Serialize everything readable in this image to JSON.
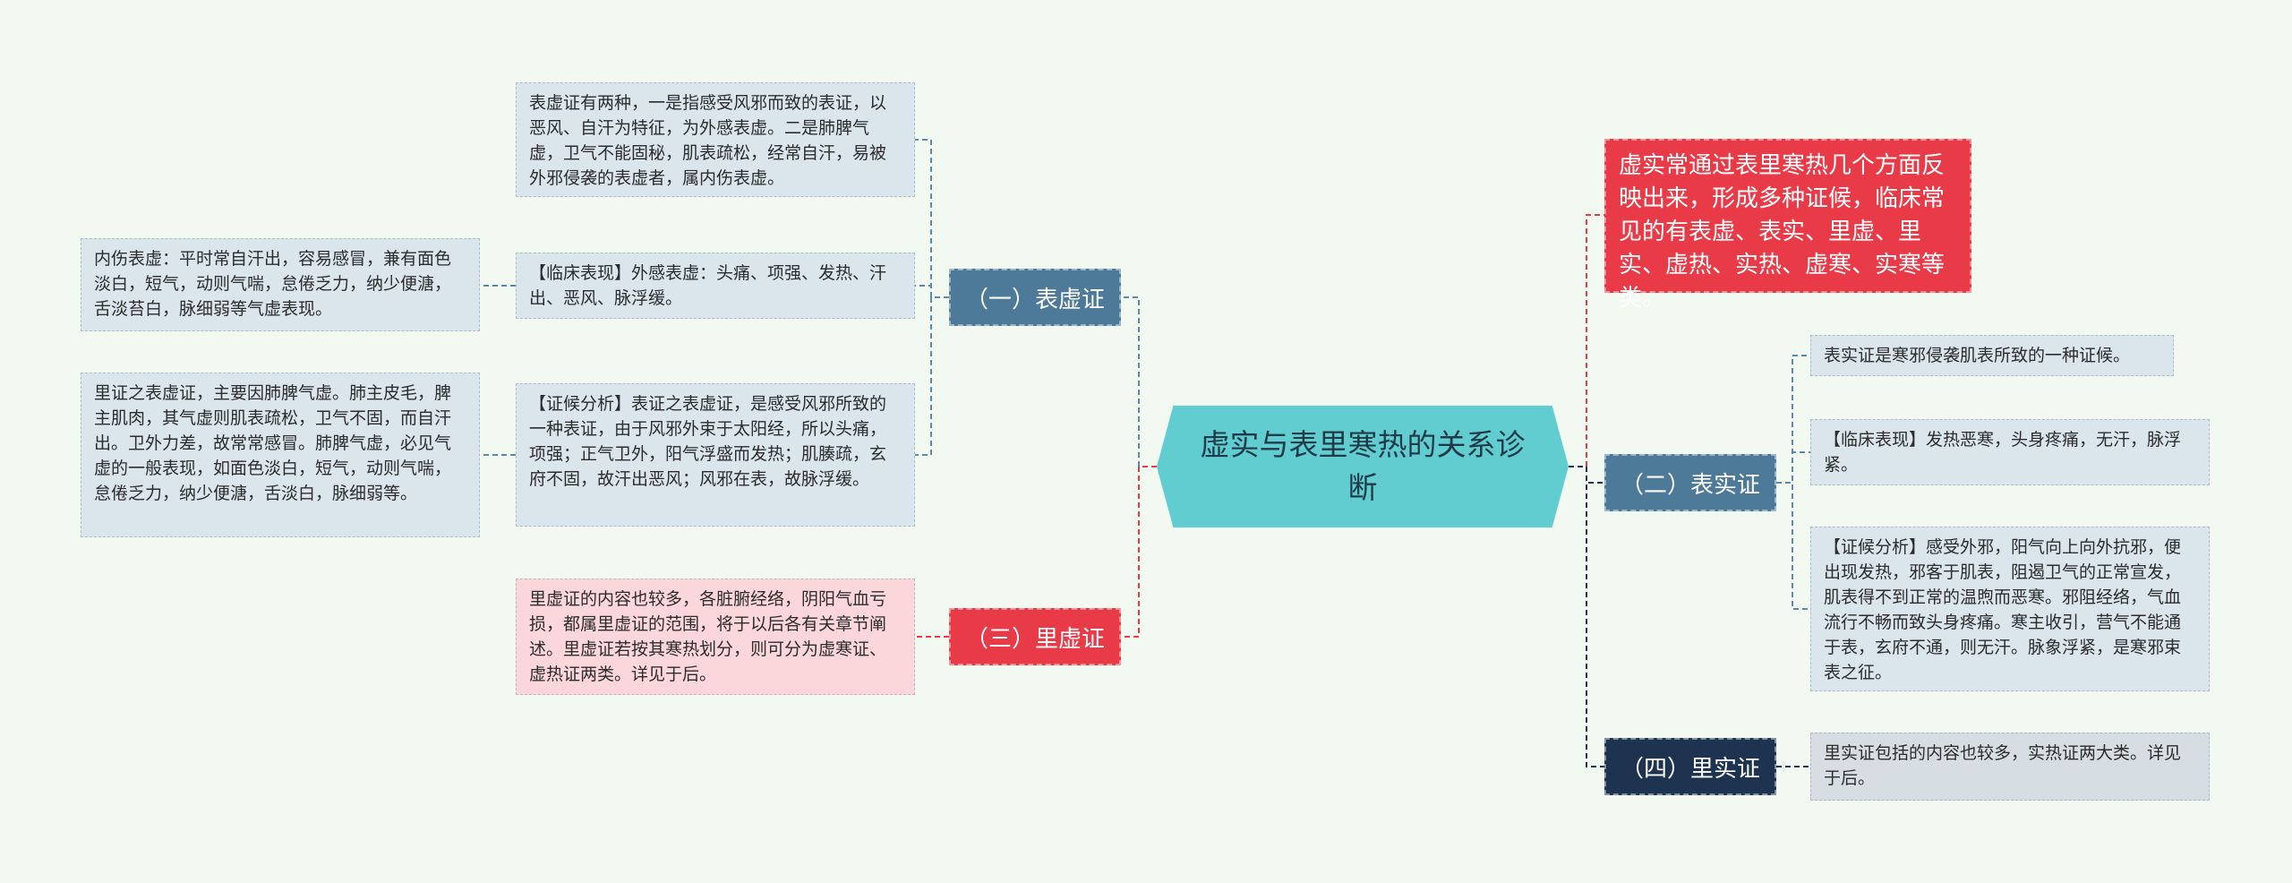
{
  "center": {
    "title": "虚实与表里寒热的关系诊断"
  },
  "summary": {
    "text": "虚实常通过表里寒热几个方面反映出来，形成多种证候，临床常见的有表虚、表实、里虚、里实、虚热、实热、虚寒、实寒等类。"
  },
  "branches": {
    "biaoxu": {
      "label": "（一）表虚证",
      "leaf1": "表虚证有两种，一是指感受风邪而致的表证，以恶风、自汗为特征，为外感表虚。二是肺脾气虚，卫气不能固秘，肌表疏松，经常自汗，易被外邪侵袭的表虚者，属内伤表虚。",
      "leaf2": "【临床表现】外感表虚：头痛、项强、发热、汗出、恶风、脉浮缓。",
      "leaf2_sub": "内伤表虚：平时常自汗出，容易感冒，兼有面色淡白，短气，动则气喘，怠倦乏力，纳少便溏，舌淡苔白，脉细弱等气虚表现。",
      "leaf3": "【证候分析】表证之表虚证，是感受风邪所致的一种表证，由于风邪外束于太阳经，所以头痛，项强；正气卫外，阳气浮盛而发热；肌腠疏，玄府不固，故汗出恶风；风邪在表，故脉浮缓。",
      "leaf3_sub": "里证之表虚证，主要因肺脾气虚。肺主皮毛，脾主肌肉，其气虚则肌表疏松，卫气不固，而自汗出。卫外力差，故常常感冒。肺脾气虚，必见气虚的一般表现，如面色淡白，短气，动则气喘，怠倦乏力，纳少便溏，舌淡白，脉细弱等。"
    },
    "lixu": {
      "label": "（三）里虚证",
      "leaf1": "里虚证的内容也较多，各脏腑经络，阴阳气血亏损，都属里虚证的范围，将于以后各有关章节阐述。里虚证若按其寒热划分，则可分为虚寒证、虚热证两类。详见于后。"
    },
    "biaoshi": {
      "label": "（二）表实证",
      "leaf1": "表实证是寒邪侵袭肌表所致的一种证候。",
      "leaf2": "【临床表现】发热恶寒，头身疼痛，无汗，脉浮紧。",
      "leaf3": "【证候分析】感受外邪，阳气向上向外抗邪，便出现发热，邪客于肌表，阻遏卫气的正常宣发，肌表得不到正常的温煦而恶寒。邪阻经络，气血流行不畅而致头身疼痛。寒主收引，营气不能通于表，玄府不通，则无汗。脉象浮紧，是寒邪束表之征。"
    },
    "lishi": {
      "label": "（四）里实证",
      "leaf1": "里实证包括的内容也较多，实热证两大类。详见于后。"
    }
  },
  "colors": {
    "background": "#f1f9f0",
    "center": "#62cdd0",
    "branch_blue": "#4d7a99",
    "branch_red": "#e93a48",
    "branch_navy": "#1e3350",
    "link_blue": "#5a8aaa",
    "link_red": "#e93a48",
    "link_navy": "#1e3350"
  }
}
